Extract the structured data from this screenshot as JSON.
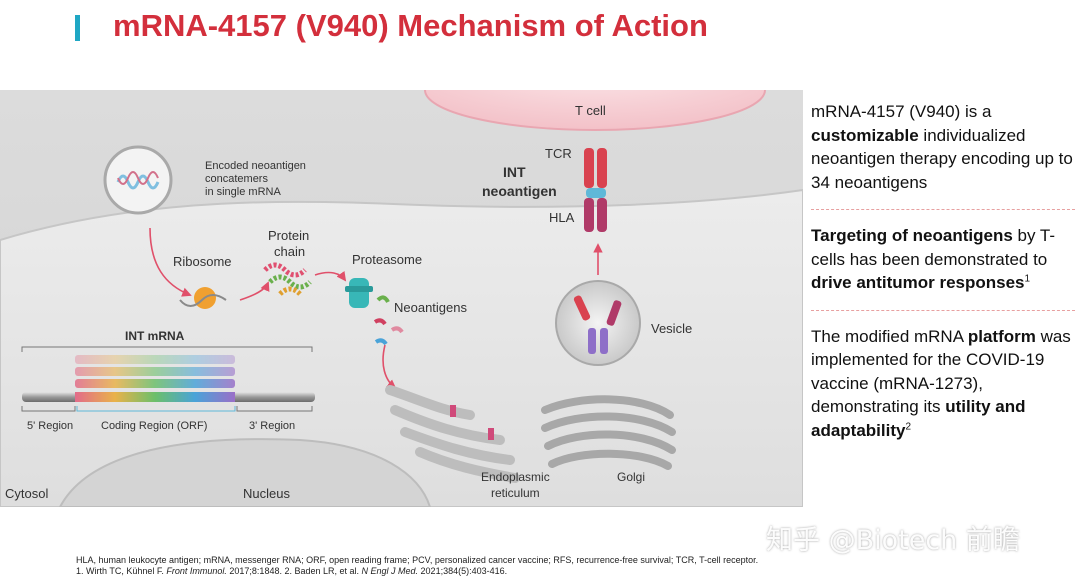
{
  "header": {
    "title": "mRNA-4157 (V940) Mechanism of Action"
  },
  "diagram": {
    "t_cell": "T cell",
    "tcr": "TCR",
    "int_line1": "INT",
    "int_line2": "neoantigen",
    "hla": "HLA",
    "encoded_line1": "Encoded neoantigen",
    "encoded_line2": "concatemers",
    "encoded_line3": "in single mRNA",
    "ribosome": "Ribosome",
    "protein_line1": "Protein",
    "protein_line2": "chain",
    "proteasome": "Proteasome",
    "neoantigens": "Neoantigens",
    "vesicle": "Vesicle",
    "int_mrna": "INT mRNA",
    "five_region": "5' Region",
    "coding_region": "Coding Region (ORF)",
    "three_region": "3' Region",
    "cytosol": "Cytosol",
    "nucleus": "Nucleus",
    "er_line1": "Endoplasmic",
    "er_line2": "reticulum",
    "golgi": "Golgi"
  },
  "sidebar": {
    "p1_a": "mRNA-4157 (V940) is a ",
    "p1_b": "customizable",
    "p1_c": " individualized neoantigen therapy encoding up to 34 neoantigens",
    "p2_a": "Targeting of neoantigens",
    "p2_b": " by T-cells has been demonstrated to ",
    "p2_c": "drive antitumor responses",
    "p2_sup": "1",
    "p3_a": "The modified mRNA ",
    "p3_b": "platform",
    "p3_c": " was implemented for the COVID-19 vaccine (mRNA-1273), demonstrating its ",
    "p3_d": "utility and adaptability",
    "p3_sup": "2"
  },
  "footnotes": {
    "abbrev": "HLA, human leukocyte antigen; mRNA, messenger RNA; ORF, open reading frame; PCV, personalized cancer vaccine; RFS, recurrence-free survival; TCR, T-cell receptor.",
    "ref1_a": "1. Wirth TC, Kühnel F. ",
    "ref1_j": "Front Immunol.",
    "ref1_b": " 2017;8:1848. 2. Baden LR, et al. ",
    "ref2_j": "N Engl J Med.",
    "ref2_b": " 2021;384(5):403-416."
  },
  "watermark": "知乎 @Biotech 前瞻",
  "colors": {
    "title": "#d32f3c",
    "accent": "#1fa7c4",
    "arrow": "#e0506a"
  }
}
